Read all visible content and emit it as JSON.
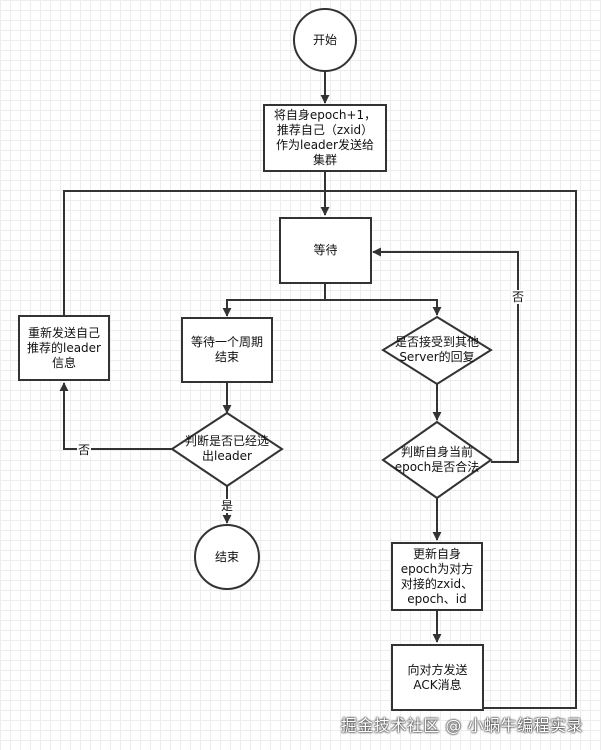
{
  "diagram": {
    "nodes": {
      "start": "开始",
      "init": "将自身epoch+1，\n推荐自己（zxid）\n作为leader发送给\n集群",
      "wait": "等待",
      "wait_period": "等待一个周期\n结束",
      "resend": "重新发送自己\n推荐的leader\n信息",
      "judge_leader": "判断是否已经选\n出leader",
      "end": "结束",
      "received": "是否接受到其他\nServer的回复",
      "judge_epoch": "判断自身当前\nepoch是否合法",
      "update": "更新自身\nepoch为对方\n对接的zxid、\nepoch、id",
      "send_ack": "向对方发送\nACK消息"
    },
    "labels": {
      "no_left": "否",
      "yes_down": "是",
      "no_right": "否"
    }
  },
  "watermark": "掘金技术社区 @ 小蜗牛编程实录"
}
